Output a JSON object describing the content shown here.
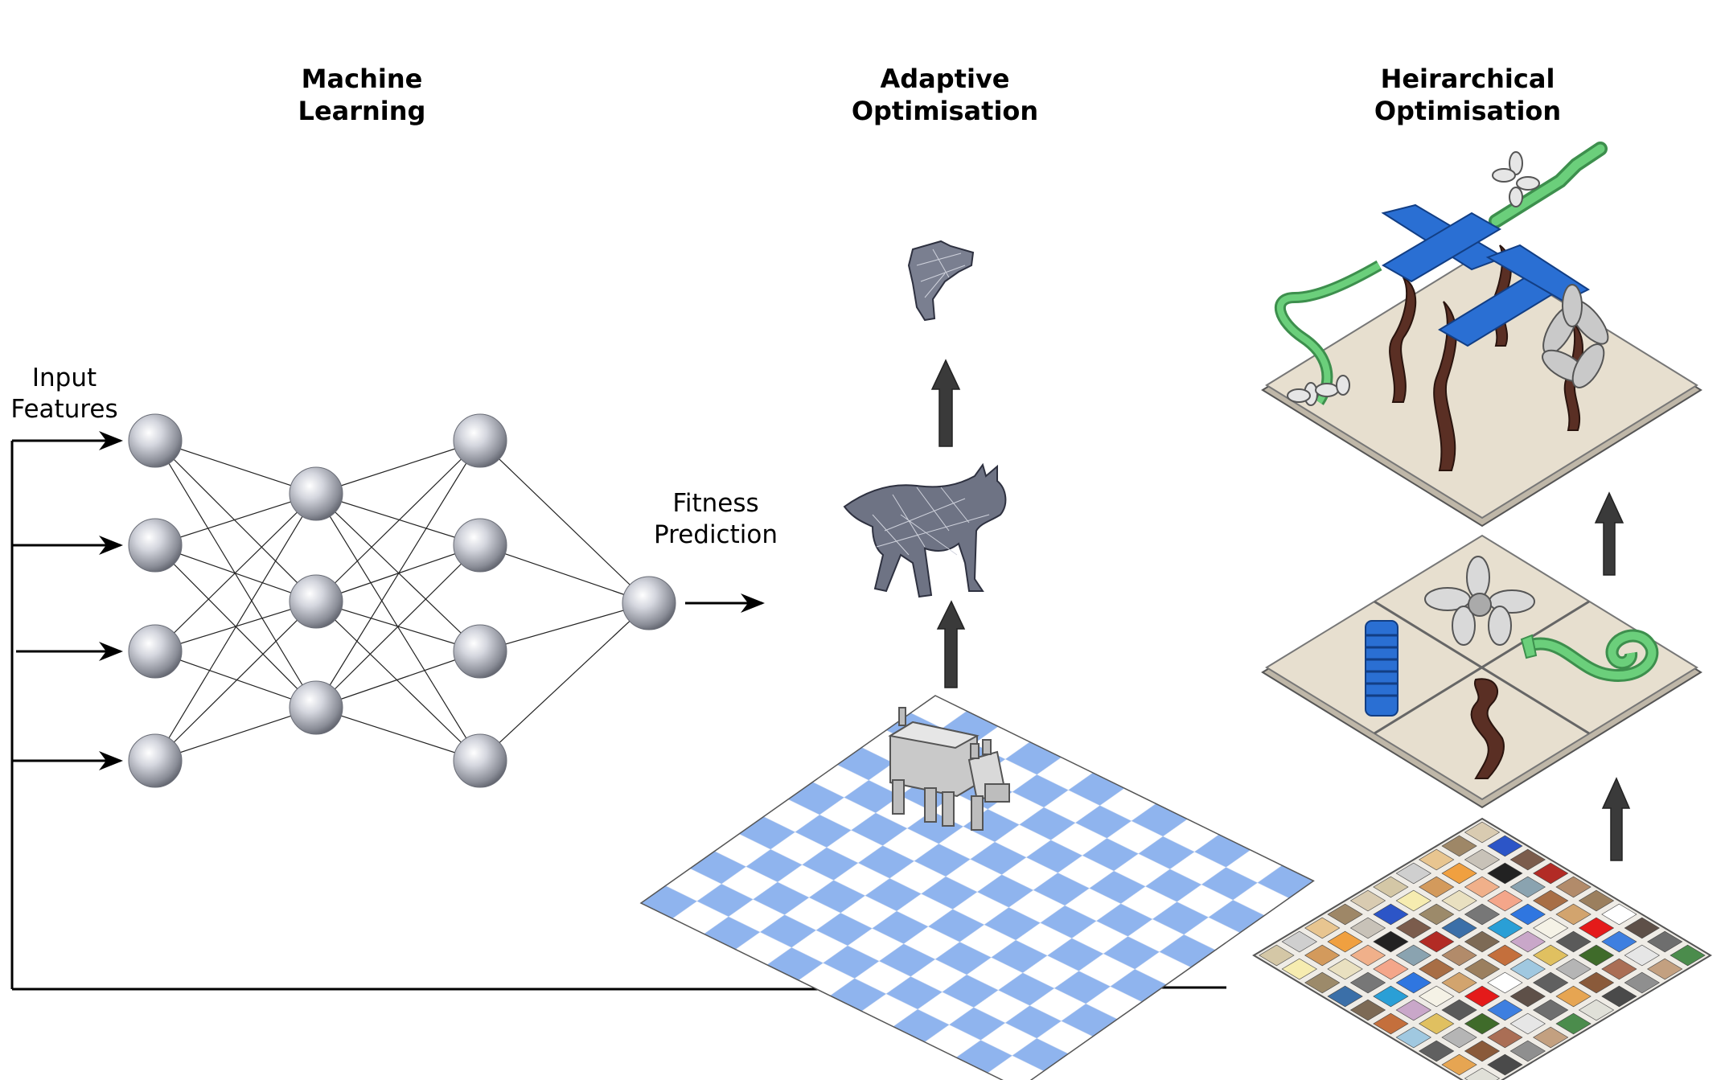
{
  "sections": {
    "machine_learning": [
      "Machine",
      "Learning"
    ],
    "adaptive_optimisation": [
      "Adaptive",
      "Optimisation"
    ],
    "hierarchical_optimisation": [
      "Heirarchical",
      "Optimisation"
    ]
  },
  "labels": {
    "input_features": [
      "Input",
      "Features"
    ],
    "fitness_prediction": [
      "Fitness",
      "Prediction"
    ]
  },
  "network": {
    "layer_sizes": [
      4,
      3,
      4,
      1
    ],
    "node_color": "#b9bcc6"
  },
  "colors": {
    "checker_blue": "#8fb4ee",
    "plate": "#e7dfcf",
    "part_blue": "#2a6fd3",
    "part_green": "#6bcf7b",
    "part_brown": "#5a2f24",
    "part_gray": "#c9c9c9",
    "arrow_dark": "#3a3a3a"
  },
  "palette": [
    "#d9cbb1",
    "#2c55c7",
    "#7b5c4c",
    "#b22b25",
    "#b28b6a",
    "#9b7f5e",
    "#ffffff",
    "#5e5048",
    "#6e6e6e",
    "#4b8c4c",
    "#9e8767",
    "#c8c2b8",
    "#222222",
    "#8aa3b0",
    "#a86e45",
    "#d2a46e",
    "#e41a1a",
    "#3e7fe0",
    "#e6e6e6",
    "#c3a080",
    "#e8c590",
    "#f0a040",
    "#f0b08a",
    "#f4a68a",
    "#2f76e0",
    "#f5f2e6",
    "#5a5a5a",
    "#3f6b2a",
    "#aa6e55",
    "#8f8f8f",
    "#cfcfcf",
    "#d39a5c",
    "#e9e0c0",
    "#777777",
    "#2a9fd6",
    "#c9a7c9",
    "#e0c060",
    "#b5b5b5",
    "#8a5a3a",
    "#4a4a4a",
    "#d4c7a6",
    "#f6ecb0",
    "#9c8a6a",
    "#3b6fa8",
    "#7d6a55",
    "#c46f3c",
    "#a0c8e0",
    "#606060",
    "#e6a552",
    "#e0e0d8"
  ]
}
